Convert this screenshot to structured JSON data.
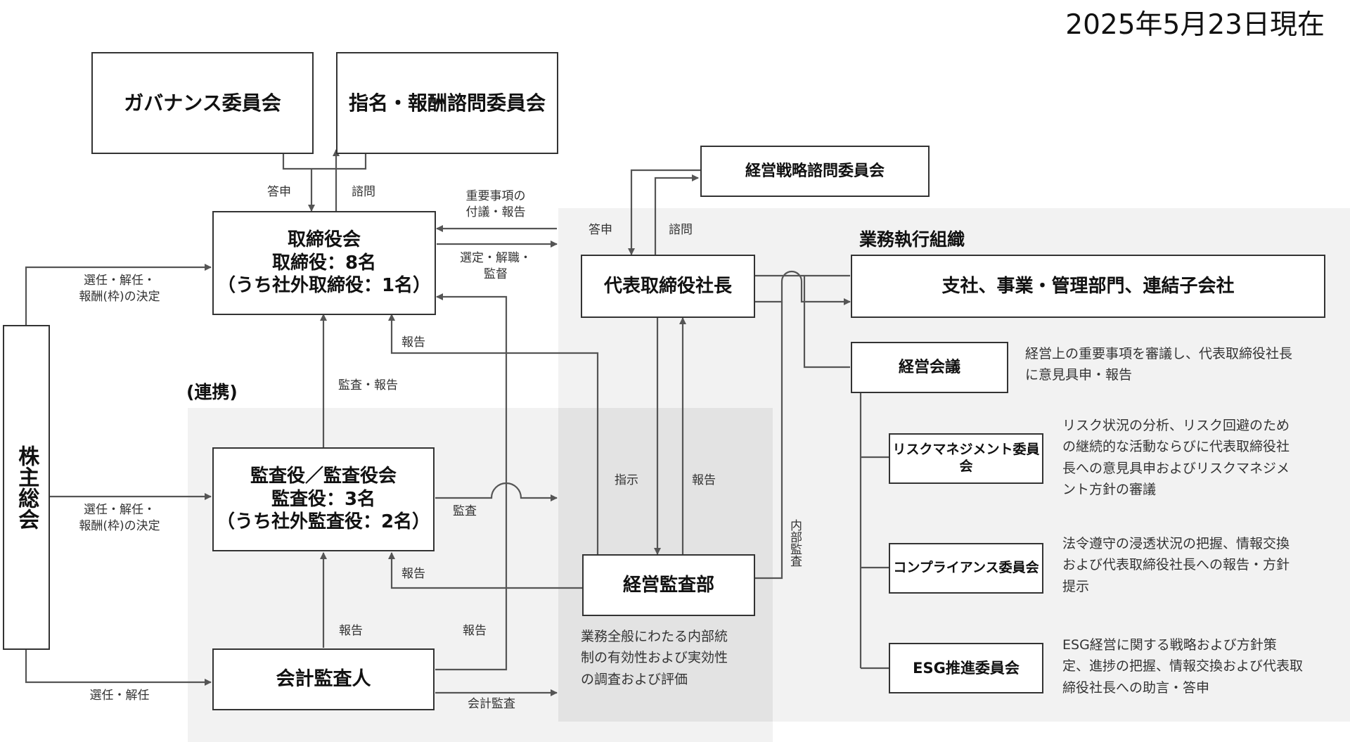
{
  "date": "2025年5月23日現在",
  "boxes": {
    "governance": "ガバナンス委員会",
    "nomination": "指名・報酬諮問委員会",
    "board": "取締役会\n取締役：8名\n（うち社外取締役：1名）",
    "shareholders": "株主総会",
    "auditors": "監査役／監査役会\n監査役：3名\n（うち社外監査役：2名）",
    "accounting_auditor": "会計監査人",
    "strategy_committee": "経営戦略諮問委員会",
    "president": "代表取締役社長",
    "divisions": "支社、事業・管理部門、連結子会社",
    "management_meeting": "経営会議",
    "internal_audit": "経営監査部",
    "risk_committee": "リスクマネジメント委員会",
    "compliance_committee": "コンプライアンス委員会",
    "esg_committee": "ESG推進委員会"
  },
  "labels": {
    "toshin_1": "答申",
    "shimon_1": "諮問",
    "important_matters": "重要事項の\n付議・報告",
    "toshin_2": "答申",
    "shimon_2": "諮問",
    "appoint_dismiss": "選定・解職・\n監督",
    "exec_org": "業務執行組織",
    "renkei": "(連携)",
    "elect_board": "選任・解任・\n報酬(枠)の決定",
    "elect_auditors": "選任・解任・\n報酬(枠)の決定",
    "elect_accounting": "選任・解任",
    "audit_report": "監査・報告",
    "report_ia_board": "報告",
    "report_ia_auditors": "報告",
    "report_acc_auditors": "報告",
    "report_acc_board": "報告",
    "audit": "監査",
    "accounting_audit": "会計監査",
    "instruction": "指示",
    "report_ia_president": "報告",
    "internal_audit_vertical": "内部監査"
  },
  "descriptions": {
    "management_meeting": "経営上の重要事項を審議し、代表取締役社長\nに意見具申・報告",
    "risk": "リスク状況の分析、リスク回避のため\nの継続的な活動ならびに代表取締役社\n長への意見具申およびリスクマネジメ\nント方針の審議",
    "compliance": "法令遵守の浸透状況の把握、情報交換\nおよび代表取締役社長への報告・方針\n提示",
    "esg": "ESG経営に関する戦略および方針策\n定、進捗の把握、情報交換および代表取\n締役社長への助言・答申",
    "internal_audit": "業務全般にわたる内部統\n制の有効性および実効性\nの調査および評価"
  },
  "colors": {
    "line": "#555555",
    "border": "#333333",
    "panel_light": "#f2f2f2",
    "panel_dark": "#e3e3e3"
  }
}
